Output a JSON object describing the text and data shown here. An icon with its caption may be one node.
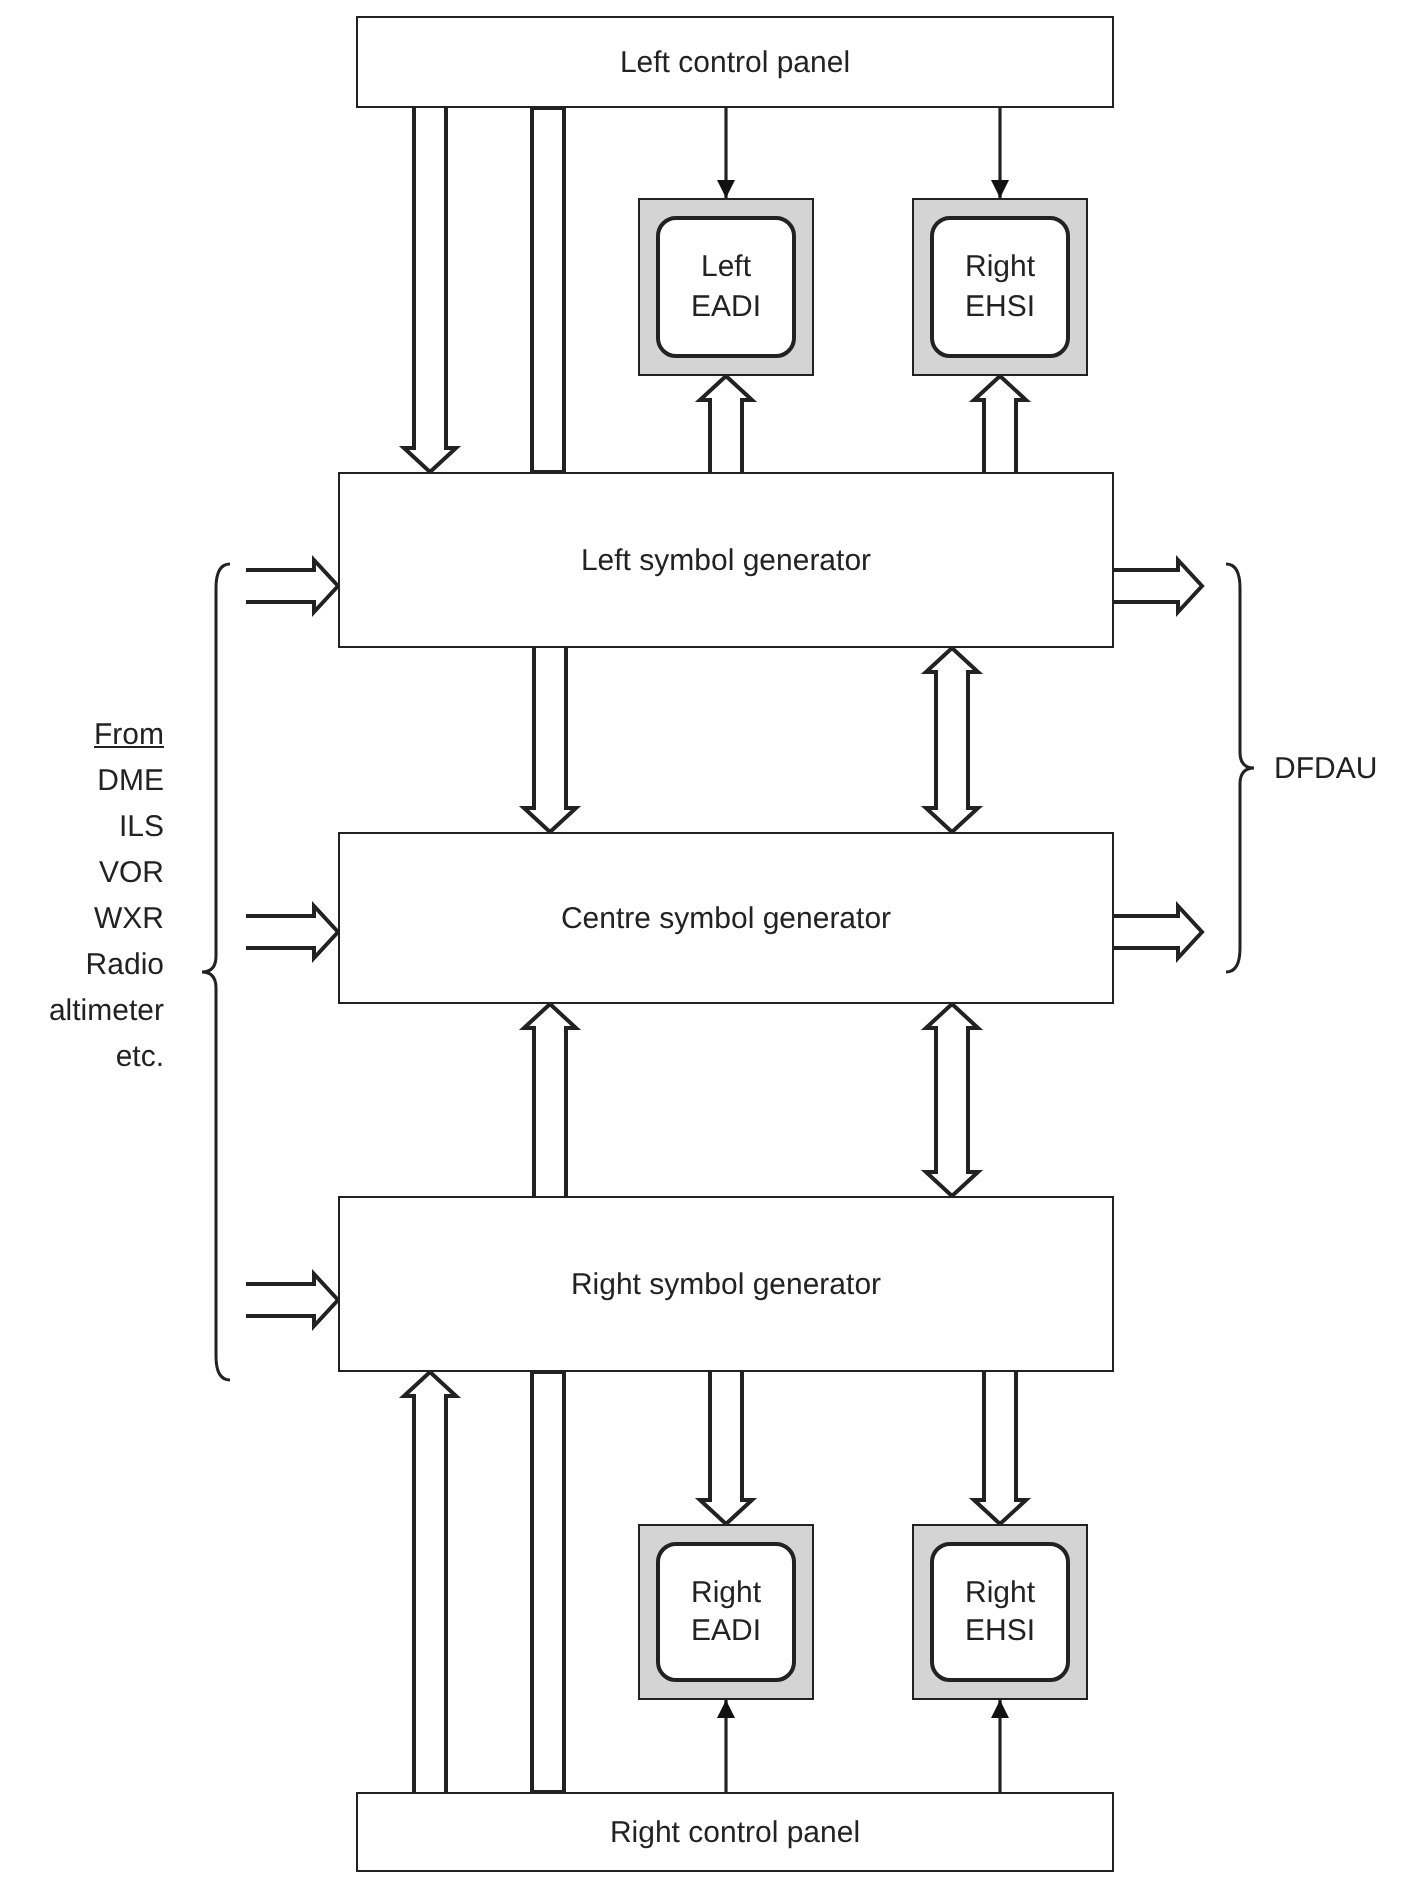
{
  "diagram": {
    "nodes": [
      {
        "text": [
          "Left control panel"
        ]
      },
      {
        "text": [
          "Left EADI"
        ]
      },
      {
        "text": [
          "Right EHSI"
        ]
      },
      {
        "text": [
          "Left symbol generator"
        ]
      },
      {
        "text": [
          "Centre symbol generator"
        ]
      },
      {
        "text": [
          "Right symbol generator"
        ]
      },
      {
        "text": [
          "Right EADI"
        ]
      },
      {
        "text": [
          "Right EHSI"
        ]
      },
      {
        "text": [
          "Right control panel"
        ]
      }
    ],
    "edges": [
      {
        "from": 0,
        "to": 3,
        "arrow": "to",
        "style": "thick"
      },
      {
        "from": 0,
        "to": 3,
        "arrow": "none",
        "style": "thick"
      },
      {
        "from": 0,
        "to": 1,
        "arrow": "to"
      },
      {
        "from": 0,
        "to": 2,
        "arrow": "to"
      },
      {
        "from": 3,
        "to": 1,
        "arrow": "to",
        "style": "thick"
      },
      {
        "from": 3,
        "to": 2,
        "arrow": "to",
        "style": "thick"
      },
      {
        "from": 3,
        "to": 4,
        "arrow": "to",
        "style": "thick"
      },
      {
        "from": 3,
        "to": 4,
        "arrow": "both",
        "style": "thick"
      },
      {
        "from": 5,
        "to": 4,
        "arrow": "to",
        "style": "thick"
      },
      {
        "from": 4,
        "to": 5,
        "arrow": "both",
        "style": "thick"
      },
      {
        "from": 5,
        "to": 6,
        "arrow": "to",
        "style": "thick"
      },
      {
        "from": 5,
        "to": 7,
        "arrow": "to",
        "style": "thick"
      },
      {
        "from": 8,
        "to": 5,
        "arrow": "to",
        "style": "thick"
      },
      {
        "from": 8,
        "to": 5,
        "arrow": "none",
        "style": "thick"
      },
      {
        "from": 8,
        "to": 6,
        "arrow": "to"
      },
      {
        "from": 8,
        "to": 7,
        "arrow": "to"
      },
      {
        "from": null,
        "to": 3,
        "arrow": "to",
        "style": "thick"
      },
      {
        "from": null,
        "to": 4,
        "arrow": "to",
        "style": "thick"
      },
      {
        "from": null,
        "to": 5,
        "arrow": "to",
        "style": "thick"
      },
      {
        "from": 3,
        "to": null,
        "arrow": "to",
        "style": "thick"
      },
      {
        "from": 4,
        "to": null,
        "arrow": "to",
        "style": "thick"
      }
    ],
    "labels": [
      "From",
      "DME",
      "ILS",
      "VOR",
      "WXR",
      "Radio",
      "altimeter",
      "etc.",
      "DFDAU"
    ]
  }
}
